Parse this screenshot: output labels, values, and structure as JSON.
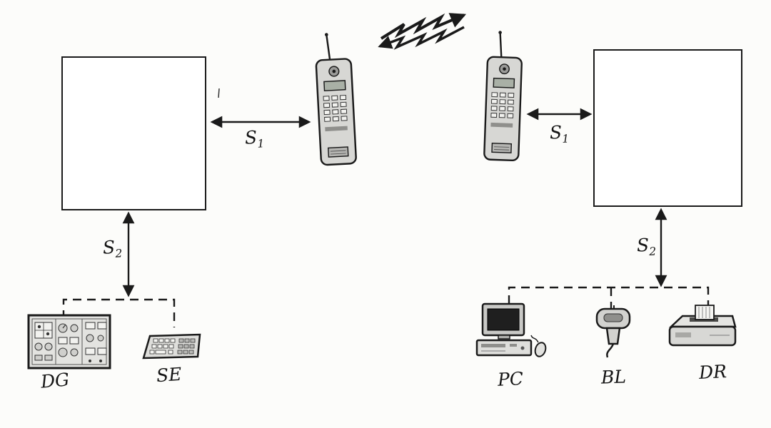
{
  "page": {
    "background": "#fcfcfa",
    "ink": "#1a1a1a",
    "device_fill": "#dededb",
    "screen_dark": "#1f1f1f"
  },
  "nodes": {
    "left_box_icon": "terminal-unit-box",
    "right_box_icon": "terminal-unit-box"
  },
  "phones": {
    "left": {
      "icon": "mobile-phone-icon"
    },
    "right": {
      "icon": "mobile-phone-icon"
    }
  },
  "radio": {
    "icon": "zigzag-radio-link-icon"
  },
  "links": {
    "s1_left": {
      "base": "S",
      "sub": "1"
    },
    "s1_right": {
      "base": "S",
      "sub": "1"
    },
    "s2_left": {
      "base": "S",
      "sub": "2"
    },
    "s2_right": {
      "base": "S",
      "sub": "2"
    }
  },
  "devices": {
    "dg": {
      "label": "DG",
      "icon": "control-panel-icon"
    },
    "se": {
      "label": "SE",
      "icon": "keyboard-terminal-icon"
    },
    "pc": {
      "label": "PC",
      "icon": "desktop-computer-icon"
    },
    "bl": {
      "label": "BL",
      "icon": "handheld-scanner-icon"
    },
    "dr": {
      "label": "DR",
      "icon": "printer-icon"
    }
  }
}
